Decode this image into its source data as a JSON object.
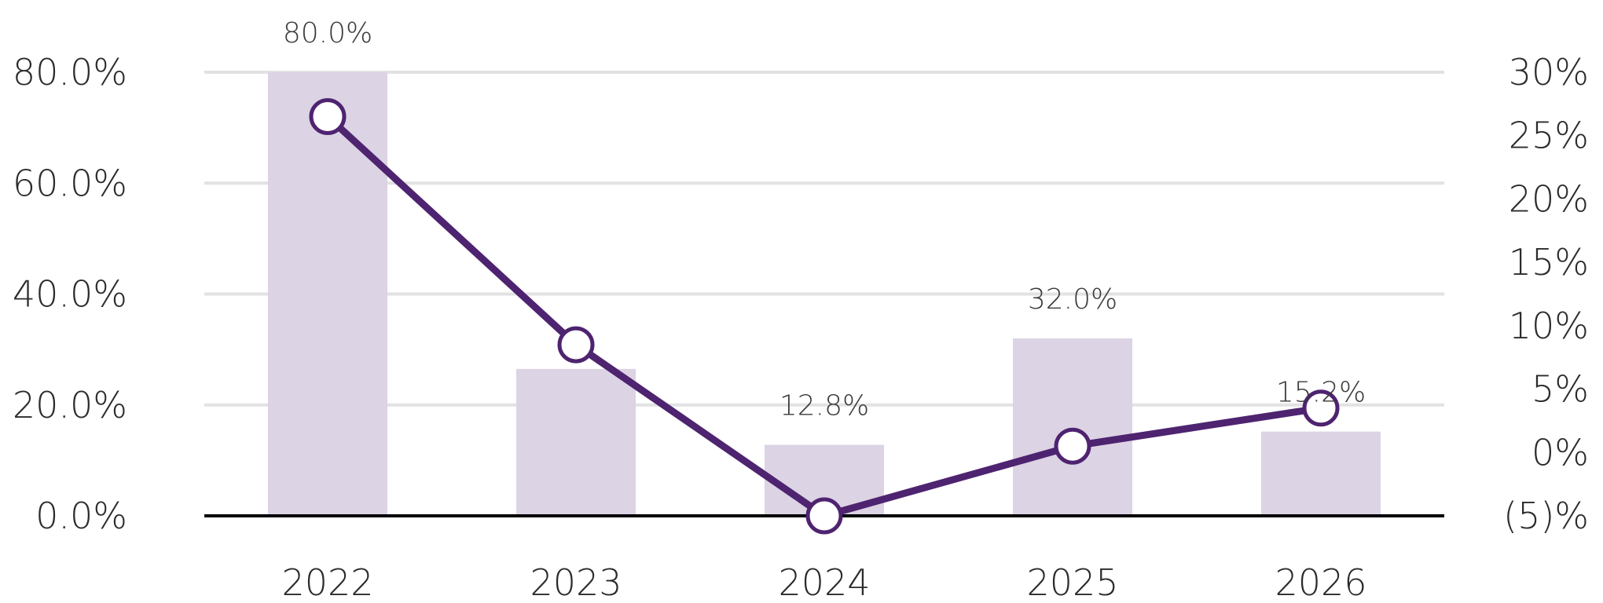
{
  "chart_data": {
    "type": "bar",
    "categories": [
      "2022",
      "2023",
      "2024",
      "2025",
      "2026"
    ],
    "bar_series": {
      "values": [
        80.0,
        26.5,
        12.8,
        32.0,
        15.2
      ],
      "axis": "left",
      "color": "#dcd3e4"
    },
    "line_series": {
      "values": [
        26.5,
        8.5,
        -5.0,
        0.5,
        3.5
      ],
      "axis": "right",
      "color": "#4e2370",
      "marker_fill": "#ffffff"
    },
    "data_labels": {
      "2022": "80.0%",
      "2024": "12.8%",
      "2025": "32.0%",
      "2026": "15.2%"
    },
    "left_axis": {
      "ylim": [
        0,
        80
      ],
      "ticks": [
        {
          "value": 0,
          "label": "0.0%"
        },
        {
          "value": 20,
          "label": "20.0%"
        },
        {
          "value": 40,
          "label": "40.0%"
        },
        {
          "value": 60,
          "label": "60.0%"
        },
        {
          "value": 80,
          "label": "80.0%"
        }
      ]
    },
    "right_axis": {
      "ylim": [
        -5,
        30
      ],
      "ticks": [
        {
          "value": -5,
          "label": "(5)%"
        },
        {
          "value": 0,
          "label": "0%"
        },
        {
          "value": 5,
          "label": "5%"
        },
        {
          "value": 10,
          "label": "10%"
        },
        {
          "value": 15,
          "label": "15%"
        },
        {
          "value": 20,
          "label": "20%"
        },
        {
          "value": 25,
          "label": "25%"
        },
        {
          "value": 30,
          "label": "30%"
        }
      ]
    },
    "grid": true,
    "legend": "none",
    "colors": {
      "gridline": "#e2e2e2",
      "baseline": "#000000"
    }
  }
}
